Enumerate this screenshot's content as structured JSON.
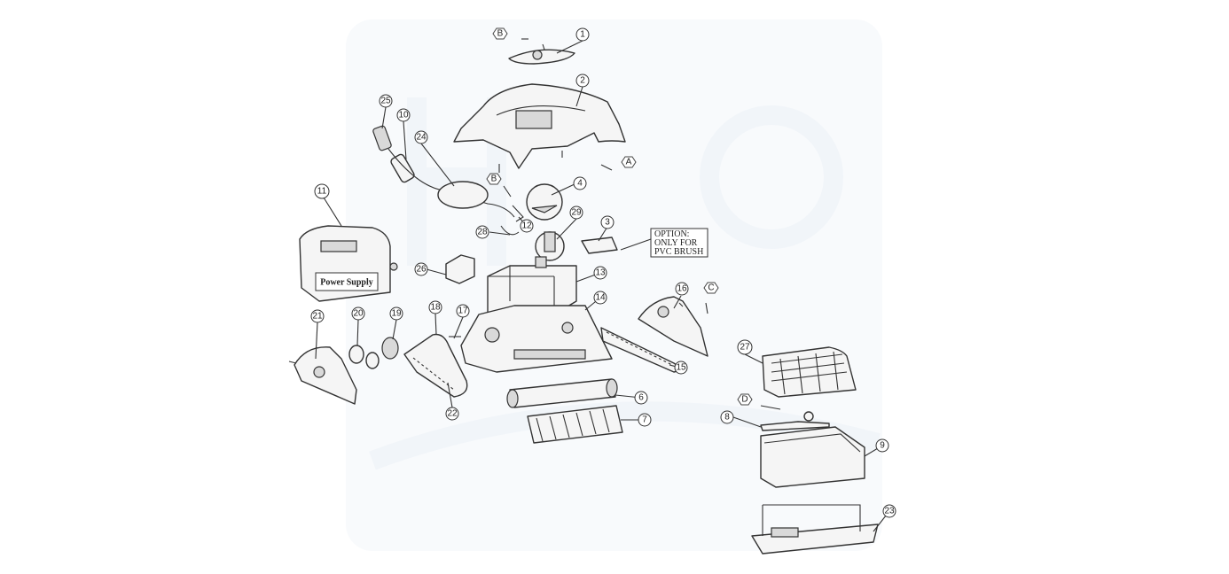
{
  "callouts": [
    "1",
    "2",
    "3",
    "4",
    "6",
    "7",
    "8",
    "9",
    "10",
    "11",
    "12",
    "13",
    "14",
    "15",
    "16",
    "17",
    "18",
    "19",
    "20",
    "21",
    "22",
    "23",
    "24",
    "25",
    "26",
    "27",
    "28",
    "29"
  ],
  "hardware_labels": [
    "A",
    "B",
    "B",
    "C",
    "D"
  ],
  "option_note": {
    "line1": "OPTION:",
    "line2": "ONLY FOR",
    "line3": "PVC BRUSH"
  },
  "power_supply_label": "Power Supply",
  "watermark_present": true
}
